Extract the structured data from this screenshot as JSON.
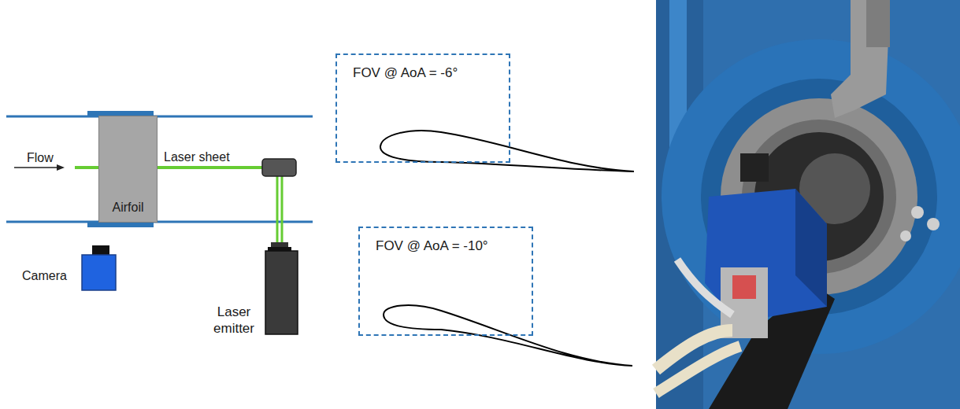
{
  "diagram": {
    "nodes": [
      {
        "text": [
          "Airfoil"
        ]
      },
      {
        "text": [
          "Camera"
        ]
      },
      {
        "text": [
          "Laser emitter"
        ]
      },
      {
        "text": [
          "FOV @ AoA = -6°"
        ]
      },
      {
        "text": [
          "FOV @ AoA = -10°"
        ]
      }
    ],
    "labels": [
      "Flow",
      "Laser sheet"
    ]
  }
}
